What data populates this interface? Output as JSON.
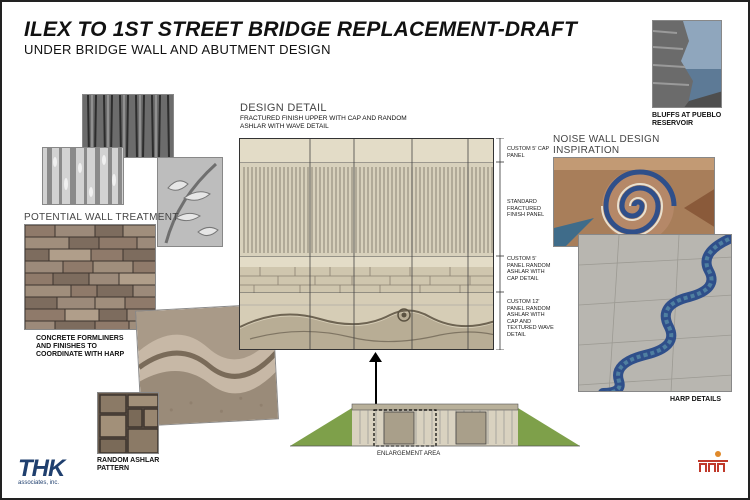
{
  "header": {
    "title": "ILEX TO 1ST STREET BRIDGE REPLACEMENT-DRAFT",
    "subtitle": "UNDER BRIDGE WALL AND ABUTMENT DESIGN"
  },
  "design_detail": {
    "heading": "DESIGN DETAIL",
    "caption": "FRACTURED FINISH UPPER WITH CAP AND RANDOM ASHLAR WITH WAVE DETAIL",
    "callouts": [
      "CUSTOM 5' CAP PANEL",
      "STANDARD FRACTURED FINISH PANEL",
      "CUSTOM 5' PANEL RANDOM ASHLAR WITH CAP DETAIL",
      "CUSTOM 12' PANEL RANDOM ASHLAR WITH CAP AND TEXTURED WAVE DETAIL"
    ],
    "enlargement_label": "ENLARGEMENT AREA"
  },
  "wall_treatment": {
    "heading": "POTENTIAL WALL TREATMENT",
    "formliner_caption": "CONCRETE FORMLINERS AND FINISHES TO COORDINATE WITH HARP",
    "ashlar_caption": "RANDOM ASHLAR PATTERN"
  },
  "inspiration": {
    "heading": "NOISE WALL DESIGN INSPIRATION",
    "bluffs_caption": "BLUFFS AT PUEBLO RESERVOIR",
    "harp_caption": "HARP DETAILS"
  },
  "logo": {
    "firm_mark": "THK",
    "firm_sub": "associates, inc."
  },
  "colors": {
    "stone": "#8f7a6a",
    "concrete": "#d9d2c0",
    "grass": "#7ea04a",
    "mosaic_blue": "#2f4f8a",
    "accent_red": "#c0392b"
  }
}
